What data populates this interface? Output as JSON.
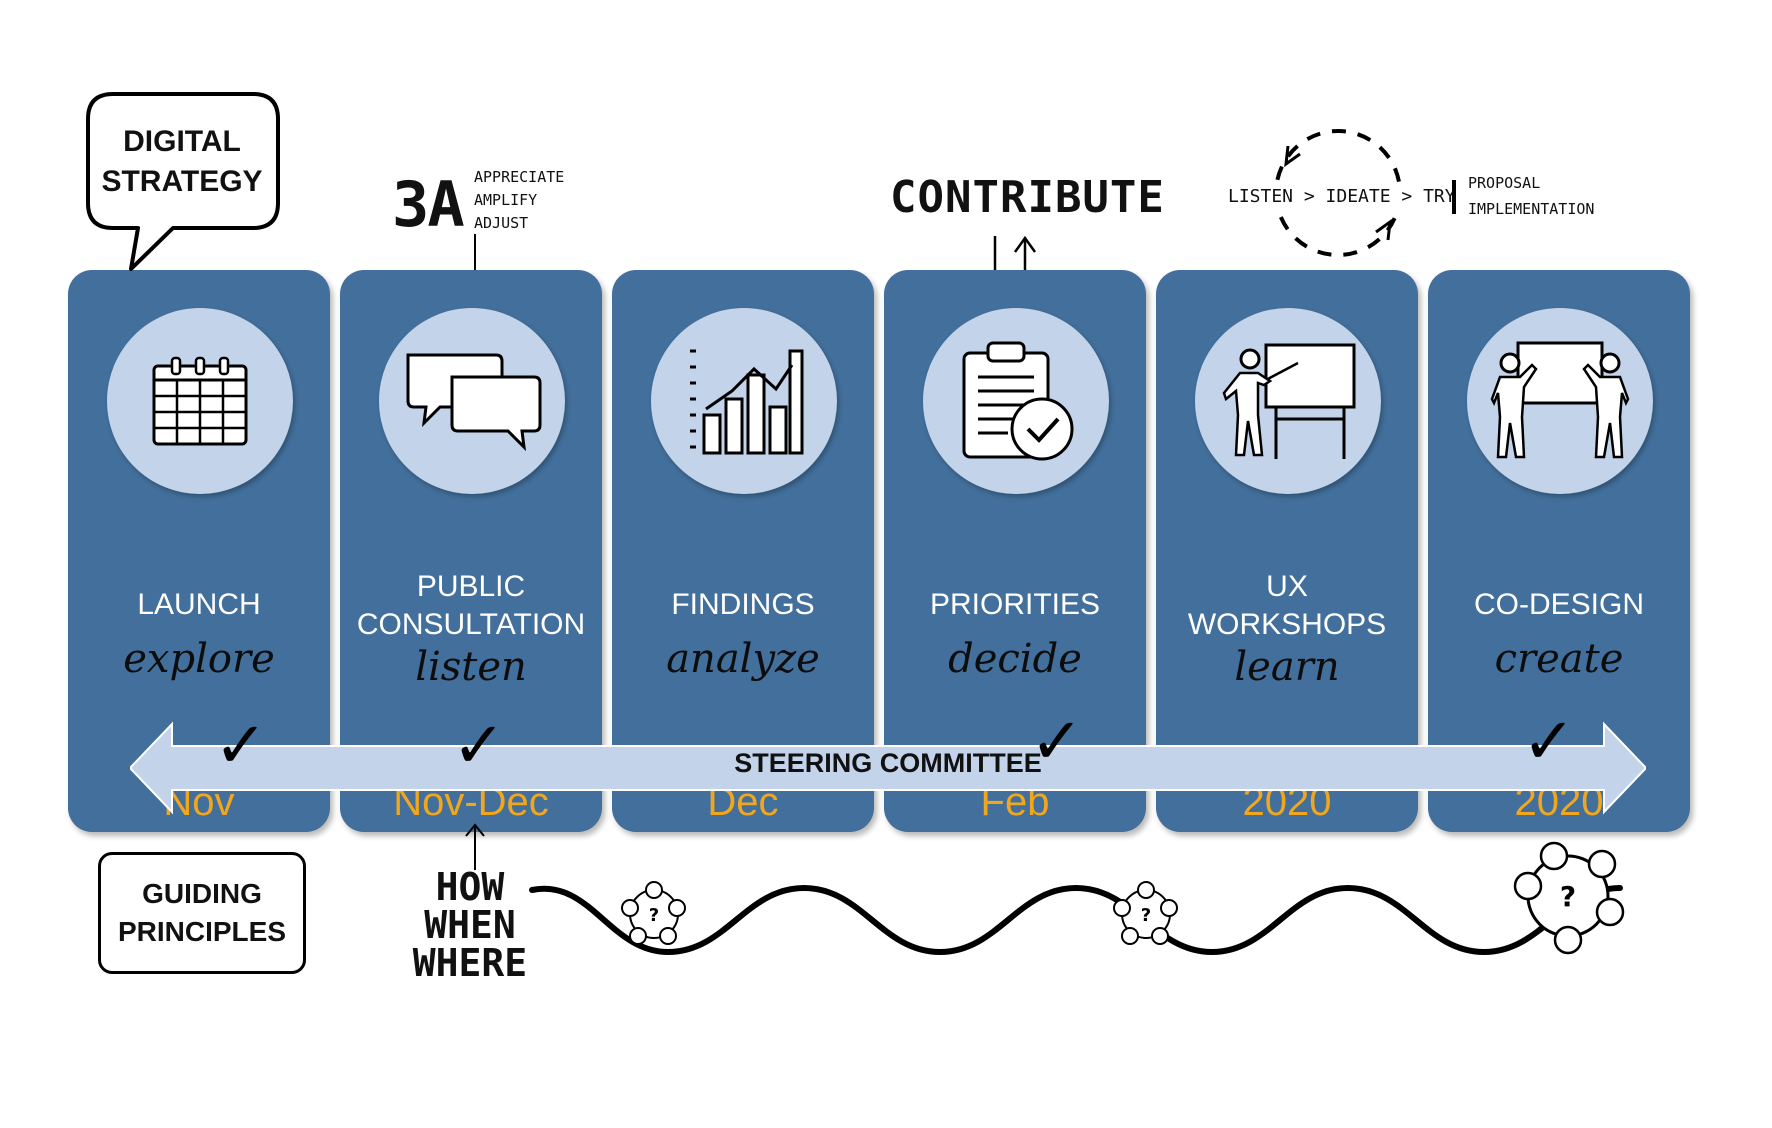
{
  "callout": {
    "line1": "DIGITAL",
    "line2": "STRATEGY"
  },
  "annotations": {
    "three_a": {
      "big": "3A",
      "items": [
        "APPRECIATE",
        "AMPLIFY",
        "ADJUST"
      ]
    },
    "contribute": "CONTRIBUTE",
    "cycle": {
      "text": "LISTEN > IDEATE > TRY",
      "side": [
        "PROPOSAL",
        "IMPLEMENTATION"
      ]
    },
    "how_when_where": [
      "HOW",
      "WHEN",
      "WHERE"
    ]
  },
  "phases": [
    {
      "title": [
        "LAUNCH"
      ],
      "verb": "explore",
      "date": "Nov",
      "icon": "calendar-icon"
    },
    {
      "title": [
        "PUBLIC",
        "CONSULTATION"
      ],
      "verb": "listen",
      "date": "Nov-Dec",
      "icon": "speech-bubbles-icon"
    },
    {
      "title": [
        "FINDINGS"
      ],
      "verb": "analyze",
      "date": "Dec",
      "icon": "bar-chart-icon"
    },
    {
      "title": [
        "PRIORITIES"
      ],
      "verb": "decide",
      "date": "Feb",
      "icon": "clipboard-check-icon"
    },
    {
      "title": [
        "UX",
        "WORKSHOPS"
      ],
      "verb": "learn",
      "date": "2020",
      "icon": "presenter-whiteboard-icon"
    },
    {
      "title": [
        "CO-DESIGN"
      ],
      "verb": "create",
      "date": "2020",
      "icon": "two-people-board-icon"
    }
  ],
  "steering": {
    "label": "STEERING COMMITTEE"
  },
  "guiding": {
    "line1": "GUIDING",
    "line2": "PRINCIPLES"
  },
  "colors": {
    "panel": "#426f9b",
    "circle": "#c3d3ea",
    "date": "#f2a61c",
    "arrow": "#c3d3ea"
  }
}
